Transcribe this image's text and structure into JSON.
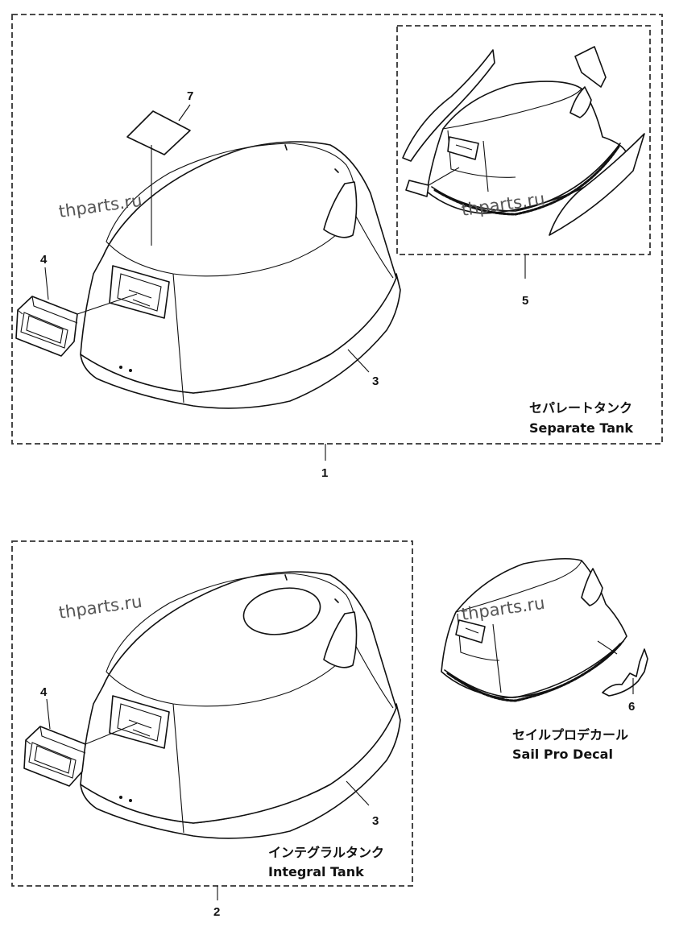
{
  "watermark": "thparts.ru",
  "callouts": {
    "c1": "1",
    "c2": "2",
    "c3a": "3",
    "c3b": "3",
    "c4a": "4",
    "c4b": "4",
    "c5": "5",
    "c6": "6",
    "c7": "7"
  },
  "groups": {
    "separate_tank": {
      "jp": "セパレートタンク",
      "en": "Separate Tank"
    },
    "integral_tank": {
      "jp": "インテグラルタンク",
      "en": "Integral Tank"
    },
    "sail_pro_decal": {
      "jp": "セイルプロデカール",
      "en": "Sail Pro Decal"
    }
  }
}
